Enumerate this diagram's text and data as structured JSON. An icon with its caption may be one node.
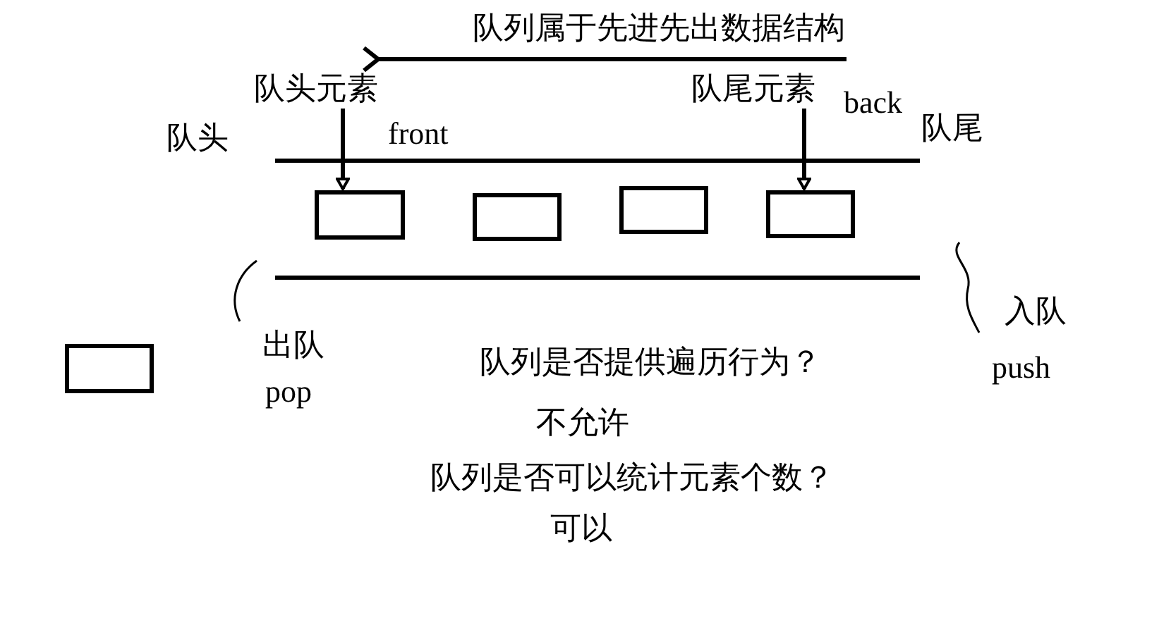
{
  "diagram": {
    "title": "队列属于先进先出数据结构",
    "nodes": [
      {
        "text": [
          "队头元素"
        ]
      },
      {
        "text": [
          "队尾元素"
        ]
      },
      {
        "text": [],
        "shape": "box"
      },
      {
        "text": [],
        "shape": "box"
      },
      {
        "text": [],
        "shape": "box"
      },
      {
        "text": [],
        "shape": "box"
      },
      {
        "text": [],
        "shape": "box"
      }
    ],
    "edges": [
      {
        "from": 0,
        "to": 2,
        "arrow": "to"
      },
      {
        "from": 1,
        "to": 5,
        "arrow": "to"
      }
    ],
    "labels": [
      "front",
      "back",
      "队头",
      "队尾",
      "出队",
      "pop",
      "入队",
      "push",
      "队列是否提供遍历行为？",
      "不允许",
      "队列是否可以统计元素个数？",
      "可以"
    ]
  }
}
